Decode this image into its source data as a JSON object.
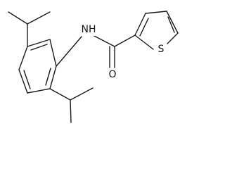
{
  "molecule": {
    "atoms": {
      "nh": "NH",
      "o": "O",
      "s": "S"
    }
  }
}
